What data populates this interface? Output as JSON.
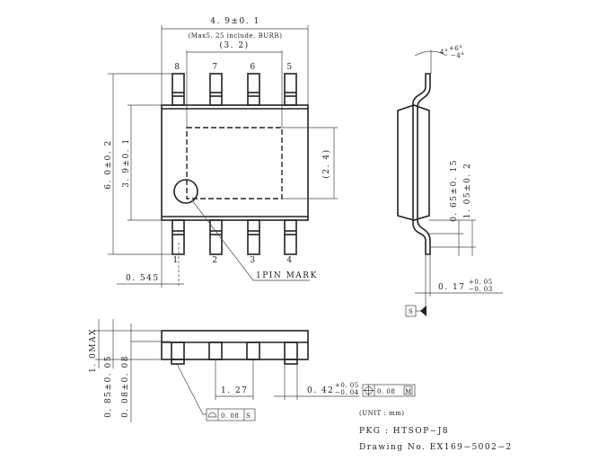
{
  "top_view": {
    "width_dim": "4. 9±0. 1",
    "width_note": "(Max5. 25  include. BURR)",
    "pad_width_dim": "(3. 2)",
    "pins_top": [
      "8",
      "7",
      "6",
      "5"
    ],
    "pins_bottom": [
      "1",
      "2",
      "3",
      "4"
    ],
    "overall_height_dim": "6. 0±0. 2",
    "body_height_dim": "3. 9±0. 1",
    "pad_height_dim": "(2. 4)",
    "pin1_offset_dim": "0. 545",
    "pin1_mark_label": "1PIN  MARK"
  },
  "side_view": {
    "lead_angle": "4°",
    "lead_angle_tol_plus": "+6°",
    "lead_angle_tol_minus": "−4°",
    "lead_dim_a": "0. 65±0. 15",
    "lead_dim_b": "1. 05±0. 2",
    "lead_thickness": "0. 17",
    "lead_thickness_tol_plus": "+0. 05",
    "lead_thickness_tol_minus": "−0. 03",
    "datum_label": "S"
  },
  "front_view": {
    "max_height_dim": "1. 0MAX",
    "body_thickness_dim": "0. 85±0. 05",
    "standoff_dim": "0. 08±0. 08",
    "pitch_dim": "1. 27",
    "lead_width": "0. 42",
    "lead_width_tol_plus": "+0. 05",
    "lead_width_tol_minus": "−0. 04",
    "position_tolerance": "0. 08",
    "position_modifier": "M",
    "flatness_tolerance": "0. 08",
    "flatness_datum": "S"
  },
  "info": {
    "unit": "(UNIT : mm)",
    "package": "PKG : HTSOP−J8",
    "drawing_no": "Drawing  No. EX169−5002−2"
  }
}
